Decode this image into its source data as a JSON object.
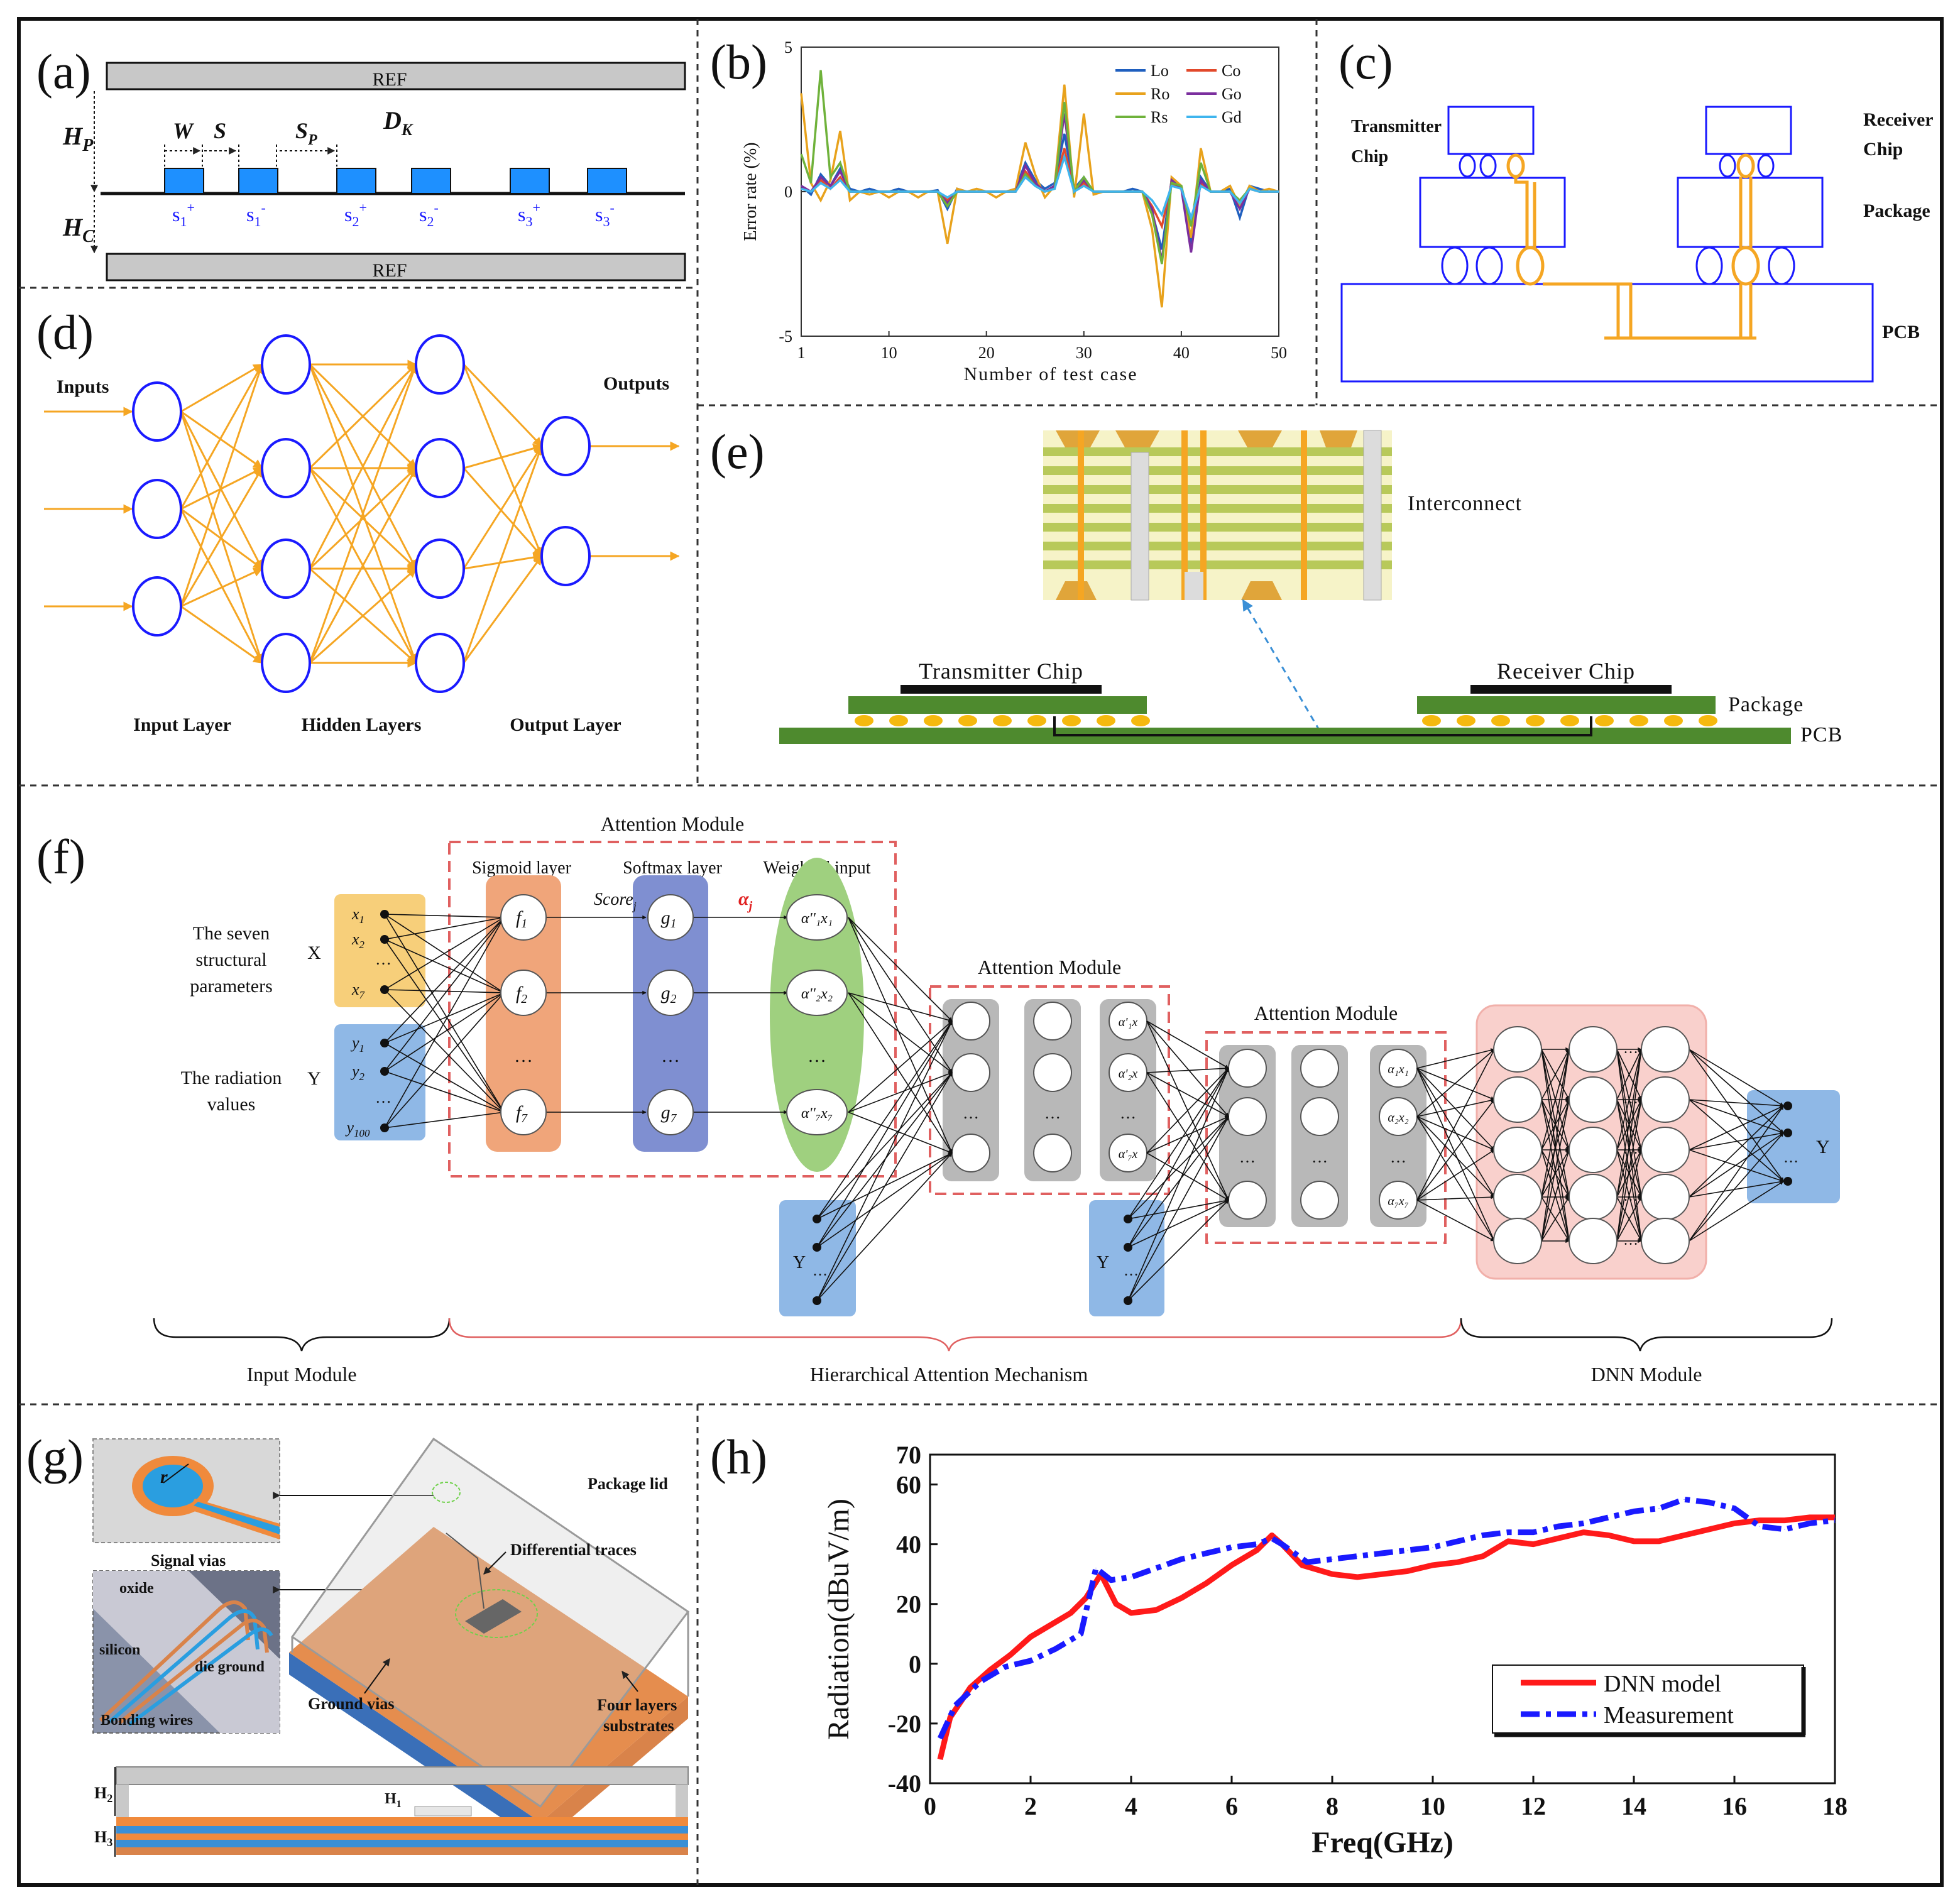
{
  "panels": {
    "a": {
      "label": "(a)",
      "ref_top": "REF",
      "ref_bottom": "REF",
      "hp": "H",
      "hp_sub": "P",
      "hc": "H",
      "hc_sub": "C",
      "w": "W",
      "s": "S",
      "sp": "S",
      "sp_sub": "P",
      "dk": "D",
      "dk_sub": "K",
      "traces": [
        {
          "base": "s",
          "sub": "1",
          "sign": "+"
        },
        {
          "base": "s",
          "sub": "1",
          "sign": "-"
        },
        {
          "base": "s",
          "sub": "2",
          "sign": "+"
        },
        {
          "base": "s",
          "sub": "2",
          "sign": "-"
        },
        {
          "base": "s",
          "sub": "3",
          "sign": "+"
        },
        {
          "base": "s",
          "sub": "3",
          "sign": "-"
        }
      ],
      "colors": {
        "trace": "#1e90ff",
        "ref": "#c8c8c8"
      }
    },
    "b": {
      "label": "(b)",
      "chart_data": {
        "type": "line",
        "xlabel": "Number of test case",
        "ylabel": "Error rate (%)",
        "xlim": [
          1,
          50
        ],
        "ylim": [
          -5,
          5
        ],
        "xticks": [
          "1",
          "10",
          "20",
          "30",
          "40",
          "50"
        ],
        "yticks": [
          "5",
          "0",
          "-5"
        ],
        "legend_position": "top-right",
        "x": [
          1,
          2,
          3,
          4,
          5,
          6,
          7,
          8,
          9,
          10,
          11,
          12,
          13,
          14,
          15,
          16,
          17,
          18,
          19,
          20,
          21,
          22,
          23,
          24,
          25,
          26,
          27,
          28,
          29,
          30,
          31,
          32,
          33,
          34,
          35,
          36,
          37,
          38,
          39,
          40,
          41,
          42,
          43,
          44,
          45,
          46,
          47,
          48,
          49,
          50
        ],
        "series": [
          {
            "name": "Lo",
            "color": "#1f5fbf",
            "values": [
              0.2,
              -0.1,
              0.6,
              0.2,
              0.8,
              0.1,
              0,
              0.1,
              0,
              0,
              0.1,
              0,
              0,
              0,
              0.05,
              -0.6,
              0.1,
              0,
              0,
              0,
              0,
              0,
              0.1,
              1.0,
              0.4,
              0.1,
              0.3,
              2.0,
              0.1,
              0.5,
              0,
              0,
              0,
              0,
              0.1,
              0,
              -0.7,
              -2.0,
              0.4,
              0.2,
              -1.8,
              0.5,
              0,
              0,
              0.1,
              -0.9,
              0.2,
              0.1,
              0,
              0
            ]
          },
          {
            "name": "Co",
            "color": "#e2492b",
            "values": [
              0.1,
              0,
              0.4,
              0.1,
              0.5,
              0,
              0,
              0,
              0,
              0,
              0,
              0,
              0,
              0,
              0,
              -0.3,
              0,
              0,
              0,
              0,
              0,
              0,
              0,
              0.7,
              0.3,
              0,
              0.2,
              1.5,
              0,
              0.3,
              0,
              0,
              0,
              0,
              0,
              0,
              -0.5,
              -1.2,
              0.3,
              0.1,
              -1.1,
              0.3,
              0,
              0,
              0,
              -0.5,
              0.1,
              0,
              0,
              0
            ]
          },
          {
            "name": "Ro",
            "color": "#e8a21c",
            "values": [
              3.4,
              0.3,
              -0.3,
              0.4,
              2.1,
              -0.3,
              0,
              -0.1,
              0,
              -0.2,
              0,
              0,
              -0.2,
              0,
              0,
              -1.8,
              0.1,
              0,
              0.1,
              0,
              -0.2,
              0,
              0.1,
              1.7,
              0.6,
              -0.2,
              0.2,
              3.7,
              -0.2,
              2.7,
              -0.1,
              0,
              0,
              0,
              0,
              0,
              -1.3,
              -4.0,
              0.5,
              0.2,
              -1.6,
              1.5,
              0,
              0,
              0.2,
              -0.5,
              0.2,
              0,
              0.1,
              0
            ]
          },
          {
            "name": "Go",
            "color": "#7b2f9e",
            "values": [
              0.2,
              0,
              0.5,
              0.2,
              0.7,
              0,
              0,
              0,
              0,
              0,
              0,
              0,
              0,
              0,
              0,
              -0.4,
              0,
              0,
              0,
              0,
              0,
              0,
              0,
              0.9,
              0.3,
              0,
              0.2,
              2.7,
              0,
              0.4,
              0,
              0,
              0,
              0,
              0,
              0,
              -0.6,
              -2.4,
              0.4,
              0.1,
              -2.1,
              0.4,
              0,
              0,
              0,
              -0.6,
              0.1,
              0,
              0,
              0
            ]
          },
          {
            "name": "Rs",
            "color": "#6fb23b",
            "values": [
              1.3,
              0.3,
              4.2,
              0.5,
              1.0,
              0,
              0,
              0,
              0,
              0,
              0,
              0,
              0,
              0,
              0,
              -0.5,
              0,
              0,
              0,
              0,
              0,
              0,
              0,
              0.6,
              0.2,
              0,
              0.1,
              3.1,
              0,
              0.5,
              0,
              0,
              0,
              0,
              0,
              0,
              -0.8,
              -2.5,
              0.3,
              0.2,
              -1.2,
              1.0,
              0,
              0,
              0,
              -0.3,
              0.1,
              0,
              0,
              0
            ]
          },
          {
            "name": "Gd",
            "color": "#3fb5ee",
            "values": [
              0.1,
              0,
              0.3,
              0.1,
              0.4,
              0,
              0,
              0,
              0,
              0,
              0,
              0,
              0,
              0,
              0,
              -0.2,
              0,
              0,
              0,
              0,
              0,
              0,
              0,
              0.5,
              0.2,
              0,
              0.1,
              1.2,
              0,
              0.2,
              0,
              0,
              0,
              0,
              0,
              0,
              -0.3,
              -0.8,
              0.2,
              0.1,
              -0.9,
              0.2,
              0,
              0,
              0,
              -0.4,
              0.1,
              0,
              0,
              0
            ]
          }
        ]
      }
    },
    "c": {
      "label": "(c)",
      "transmitter_line1": "Transmitter",
      "transmitter_line2": "Chip",
      "receiver_line1": "Receiver",
      "receiver_line2": "Chip",
      "package": "Package",
      "pcb": "PCB",
      "colors": {
        "outline": "#1a1aff",
        "route": "#f5a623"
      }
    },
    "d": {
      "label": "(d)",
      "inputs": "Inputs",
      "outputs": "Outputs",
      "input_layer": "Input Layer",
      "hidden_layers": "Hidden Layers",
      "output_layer": "Output Layer",
      "layer_sizes": [
        3,
        4,
        4,
        2
      ],
      "colors": {
        "node": "#1a1aff",
        "edge": "#f5a623"
      }
    },
    "e": {
      "label": "(e)",
      "interconnect": "Interconnect",
      "transmitter_chip": "Transmitter Chip",
      "receiver_chip": "Receiver Chip",
      "package": "Package",
      "pcb": "PCB",
      "colors": {
        "board": "#4e8a2e",
        "ball": "#f5b90f",
        "dash": "#3a8fd6"
      }
    },
    "f": {
      "label": "(f)",
      "attention_module": "Attention Module",
      "attention_module_2": "Attention Module",
      "attention_module_3": "Attention Module",
      "sigmoid_layer": "Sigmoid layer",
      "softmax_layer": "Softmax layer",
      "weighted_input": "Weighted input",
      "score": "Score",
      "score_sub": "j",
      "alpha": "α",
      "alpha_sub": "j",
      "seven_params_1": "The seven",
      "seven_params_2": "structural",
      "seven_params_3": "parameters",
      "x_label": "X",
      "radiation_1": "The radiation",
      "radiation_2": "values",
      "y_label": "Y",
      "x_items": [
        "x",
        "x",
        "x"
      ],
      "x_subs": [
        "1",
        "2",
        "7"
      ],
      "y_items": [
        "y",
        "y",
        "y"
      ],
      "y_subs": [
        "1",
        "2",
        "100"
      ],
      "f_items": [
        "f",
        "f",
        "f"
      ],
      "f_subs": [
        "1",
        "2",
        "7"
      ],
      "g_items": [
        "g",
        "g",
        "g"
      ],
      "g_subs": [
        "1",
        "2",
        "7"
      ],
      "w_items": [
        "α''₁x₁",
        "α''₂x₂",
        "α''₇x₇"
      ],
      "a2_items": [
        "α'₁x",
        "α'₂x",
        "α'₇x"
      ],
      "a3_items": [
        "α₁x₁",
        "α₂x₂",
        "α₇x₇"
      ],
      "ellipsis": "…",
      "y_box": "Y",
      "input_module": "Input Module",
      "hierarchical": "Hierarchical Attention Mechanism",
      "dnn_module": "DNN Module",
      "colors": {
        "orange": "#f0a57a",
        "purple": "#7f8fd1",
        "green": "#9fd07f",
        "yellow": "#f7cf7a",
        "blue": "#8fb8e6",
        "dash": "#e06060",
        "gray": "#b8b8b8",
        "dnn": "#f6b9b4"
      }
    },
    "g": {
      "label": "(g)",
      "package_lid": "Package lid",
      "differential_traces": "Differential traces",
      "signal_vias": "Signal vias",
      "oxide": "oxide",
      "silicon": "silicon",
      "die_ground": "die ground",
      "bonding_wires": "Bonding wires",
      "ground_vias": "Ground vias",
      "four_layers_1": "Four layers",
      "four_layers_2": "substrates",
      "r": "r",
      "h1": "H",
      "h1_sub": "1",
      "h2": "H",
      "h2_sub": "2",
      "h3": "H",
      "h3_sub": "3",
      "colors": {
        "copper": "#d9834a",
        "substrate": "#f08a3c",
        "blue": "#3a8fd6"
      }
    },
    "h": {
      "label": "(h)",
      "chart_data": {
        "type": "line",
        "xlabel": "Freq(GHz)",
        "ylabel": "Radiation(dBuV/m)",
        "xlim": [
          0,
          18
        ],
        "ylim": [
          -40,
          70
        ],
        "xticks": [
          "0",
          "2",
          "4",
          "6",
          "8",
          "10",
          "12",
          "14",
          "16",
          "18"
        ],
        "yticks": [
          "70",
          "60",
          "40",
          "20",
          "0",
          "-20",
          "-40"
        ],
        "legend_position": "bottom-right",
        "series": [
          {
            "name": "DNN model",
            "color": "#ff1a1a",
            "style": "solid",
            "x": [
              0.2,
              0.4,
              0.8,
              1.2,
              1.6,
              2.0,
              2.4,
              2.8,
              3.1,
              3.4,
              3.7,
              4.0,
              4.5,
              5.0,
              5.5,
              6.0,
              6.5,
              6.8,
              7.0,
              7.4,
              8.0,
              8.5,
              9.0,
              9.5,
              10.0,
              10.5,
              11.0,
              11.5,
              12.0,
              12.5,
              13.0,
              13.5,
              14.0,
              14.5,
              15.0,
              15.5,
              16.0,
              16.5,
              17.0,
              17.5,
              18.0
            ],
            "y": [
              -32,
              -18,
              -8,
              -2,
              3,
              9,
              13,
              17,
              22,
              30,
              20,
              17,
              18,
              22,
              27,
              33,
              38,
              43,
              40,
              33,
              30,
              29,
              30,
              31,
              33,
              34,
              36,
              41,
              40,
              42,
              44,
              43,
              41,
              41,
              43,
              45,
              47,
              48,
              48,
              49,
              49
            ]
          },
          {
            "name": "Measurement",
            "color": "#1a1aff",
            "style": "dashdot",
            "x": [
              0.2,
              0.5,
              1.0,
              1.5,
              2.0,
              2.5,
              3.0,
              3.3,
              3.6,
              4.0,
              4.5,
              5.0,
              5.5,
              6.0,
              6.5,
              6.8,
              7.0,
              7.5,
              8.0,
              8.5,
              9.0,
              9.5,
              10.0,
              10.5,
              11.0,
              11.5,
              12.0,
              12.5,
              13.0,
              13.5,
              14.0,
              14.5,
              15.0,
              15.5,
              16.0,
              16.5,
              17.0,
              17.5,
              18.0
            ],
            "y": [
              -25,
              -14,
              -6,
              -1,
              1,
              5,
              10,
              32,
              28,
              29,
              32,
              35,
              37,
              39,
              40,
              42,
              40,
              34,
              35,
              36,
              37,
              38,
              39,
              41,
              43,
              44,
              44,
              46,
              47,
              49,
              51,
              52,
              55,
              54,
              52,
              46,
              45,
              47,
              48
            ]
          }
        ]
      }
    }
  }
}
